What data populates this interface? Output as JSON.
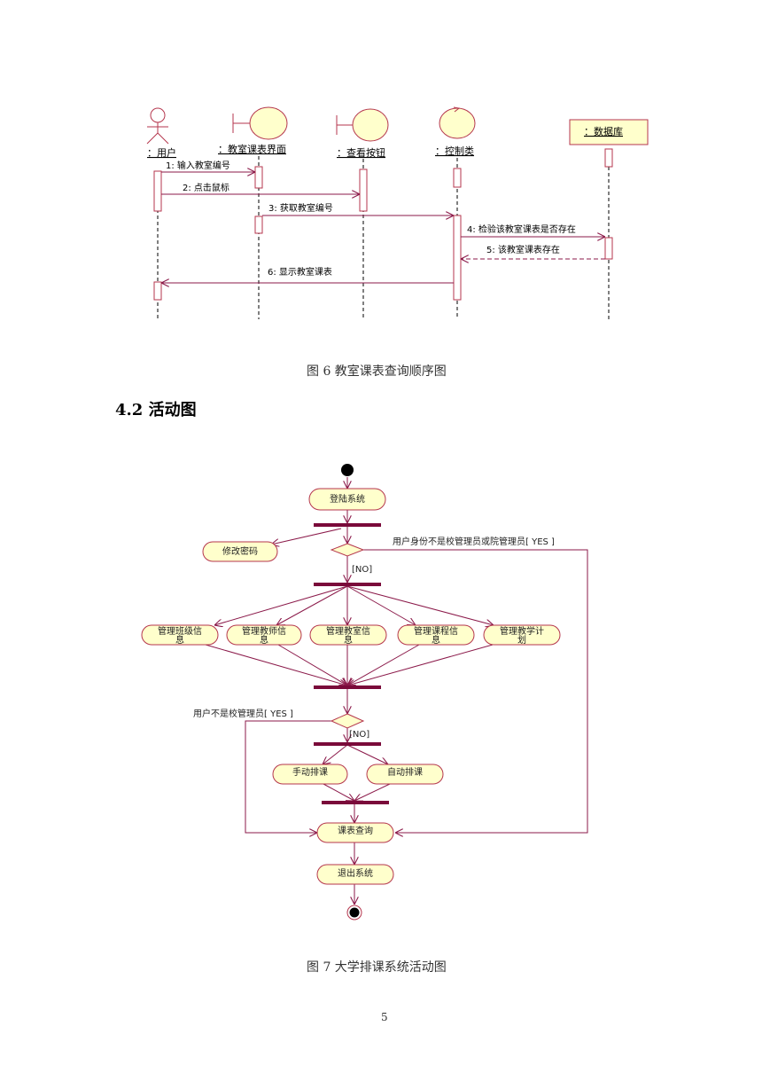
{
  "sequence": {
    "objects": {
      "user": "：用户",
      "ui": "：教室课表界面",
      "button": "：查看按钮",
      "control": "：控制类",
      "db": "：数据库"
    },
    "messages": {
      "m1": "1: 输入教室编号",
      "m2": "2: 点击鼠标",
      "m3": "3: 获取教室编号",
      "m4": "4: 检验该教室课表是否存在",
      "m5": "5: 该教室课表存在",
      "m6": "6: 显示教室课表"
    },
    "caption": "图 6  教室课表查询顺序图"
  },
  "section_heading": "4.2 活动图",
  "activity": {
    "login": "登陆系统",
    "change_password": "修改密码",
    "guard_not_admin": "用户身份不是校管理员或院管理员[ YES ]",
    "no_label_1": "[NO]",
    "manage_class": [
      "管理班级信",
      "息"
    ],
    "manage_teacher": [
      "管理教师信",
      "息"
    ],
    "manage_room": [
      "管理教室信",
      "息"
    ],
    "manage_course": [
      "管理课程信",
      "息"
    ],
    "manage_plan": [
      "管理教学计",
      "划"
    ],
    "guard_not_school_admin": "用户不是校管理员[ YES ]",
    "no_label_2": "[NO]",
    "manual_schedule": "手动排课",
    "auto_schedule": "自动排课",
    "query": "课表查询",
    "exit": "退出系统",
    "caption": "图 7  大学排课系统活动图"
  },
  "page_number": "5",
  "colors": {
    "line": "#8b1a4a",
    "bar": "#7a0a3a",
    "fill": "#ffffcc",
    "border": "#b5364d"
  }
}
